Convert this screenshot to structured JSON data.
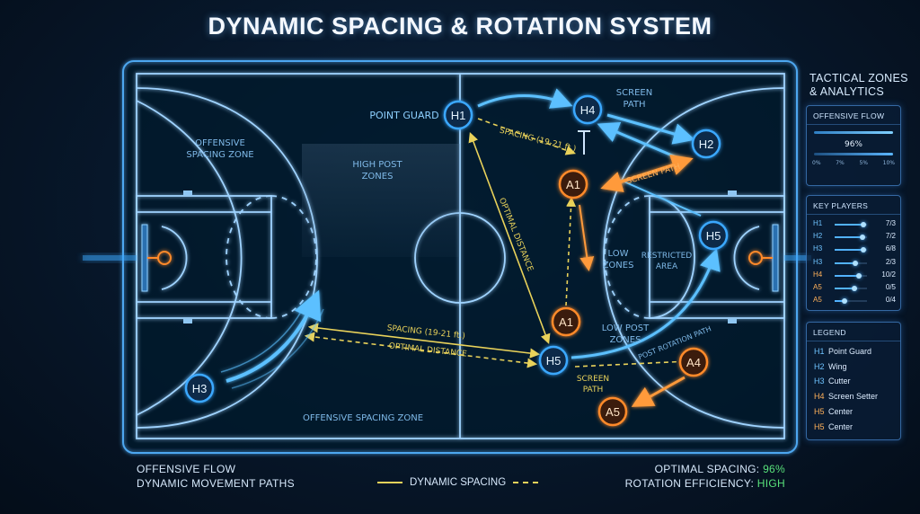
{
  "title": "DYNAMIC SPACING & ROTATION SYSTEM",
  "court_labels": {
    "offensive_spacing_zone_left": [
      "OFFENSIVE",
      "SPACING ZONE"
    ],
    "high_post_zones": [
      "HIGH POST",
      "ZONES"
    ],
    "offensive_spacing_zone_bottom": "OFFENSIVE SPACING ZONE",
    "point_guard": "POINT GUARD",
    "screen_path_top": [
      "SCREEN",
      "PATH"
    ],
    "spacing_top": "SPACING (19-21 ft.)",
    "optimal_distance_diag": "OPTIMAL DISTANCE",
    "screen_path_mid": "SCREEN PATH",
    "low_zones": [
      "LOW",
      "ZONES"
    ],
    "restricted_area": [
      "RESTRICTED",
      "AREA"
    ],
    "low_post_zones": [
      "LOW POST",
      "ZONES"
    ],
    "post_rotation_path": "POST ROTATION PATH",
    "spacing_bottom": "SPACING (19-21 ft.)",
    "optimal_distance_bottom": "OPTIMAL DISTANCE",
    "screen_path_bottom": [
      "SCREEN",
      "PATH"
    ]
  },
  "players": {
    "h1": "H1",
    "h2": "H2",
    "h3": "H3",
    "h4": "H4",
    "h5a": "H5",
    "h5b": "H5",
    "a1a": "A1",
    "a1b": "A1",
    "a4": "A4",
    "a5": "A5"
  },
  "panel": {
    "title": [
      "TACTICAL ZONES",
      "& ANALYTICS"
    ],
    "offensive_flow": {
      "heading": "OFFENSIVE FLOW",
      "percent": "96%",
      "ticks": [
        "0%",
        "7%",
        "5%",
        "10%"
      ]
    },
    "key_players": {
      "heading": "KEY PLAYERS",
      "rows": [
        {
          "name": "H1",
          "value": "7/3",
          "level": 0.9,
          "color": "#6fc3ff"
        },
        {
          "name": "H2",
          "value": "7/2",
          "level": 0.85,
          "color": "#6fc3ff"
        },
        {
          "name": "H3",
          "value": "6/8",
          "level": 0.9,
          "color": "#6fc3ff"
        },
        {
          "name": "H3",
          "value": "2/3",
          "level": 0.65,
          "color": "#6fc3ff"
        },
        {
          "name": "H4",
          "value": "10/2",
          "level": 0.75,
          "color": "#ffb15a"
        },
        {
          "name": "A5",
          "value": "0/5",
          "level": 0.6,
          "color": "#ffb15a"
        },
        {
          "name": "A5",
          "value": "0/4",
          "level": 0.3,
          "color": "#ffb15a"
        }
      ]
    },
    "legend": {
      "heading": "LEGEND",
      "rows": [
        {
          "code": "H1",
          "label": "Point Guard",
          "color": "#6fc3ff"
        },
        {
          "code": "H2",
          "label": "Wing",
          "color": "#6fc3ff"
        },
        {
          "code": "H3",
          "label": "Cutter",
          "color": "#6fc3ff"
        },
        {
          "code": "H4",
          "label": "Screen Setter",
          "color": "#ffb15a"
        },
        {
          "code": "H5",
          "label": "Center",
          "color": "#ffb15a"
        },
        {
          "code": "H5",
          "label": "Center",
          "color": "#ffb15a"
        }
      ]
    }
  },
  "footer": {
    "left_1": "OFFENSIVE FLOW",
    "left_2": "DYNAMIC MOVEMENT PATHS",
    "center": "DYNAMIC SPACING",
    "right_1_label": "OPTIMAL SPACING: ",
    "right_1_value": "96%",
    "right_2_label": "ROTATION EFFICIENCY: ",
    "right_2_value": "HIGH"
  },
  "colors": {
    "court_line": "#9fd3ff",
    "home_player": "#3aa8ff",
    "away_player": "#ff8a2a",
    "spacing_line": "#e9d25a",
    "accent_green": "#58e07a"
  }
}
